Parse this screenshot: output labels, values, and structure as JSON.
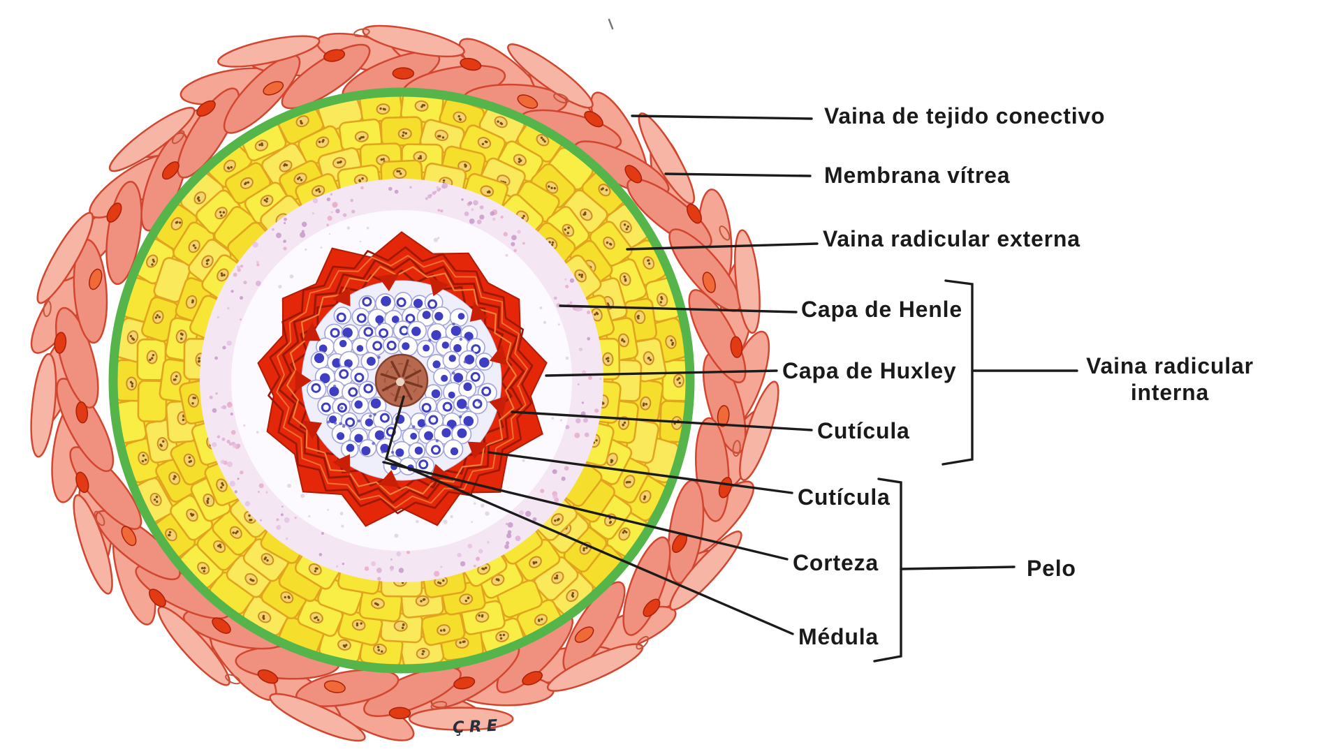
{
  "figure": {
    "signature": "ÇRE",
    "labels": {
      "vaina_tejido": "Vaina de tejido conectivo",
      "membrana_vitrea": "Membrana vítrea",
      "vaina_radicular_externa": "Vaina radicular externa",
      "capa_henle": "Capa de Henle",
      "capa_huxley": "Capa de Huxley",
      "cuticula_interna": "Cutícula",
      "vaina_radicular_interna": "Vaina radicular\ninterna",
      "cuticula_pelo": "Cutícula",
      "corteza": "Corteza",
      "medula": "Médula",
      "pelo": "Pelo"
    },
    "colors": {
      "connective_salmon": "#f0907e",
      "membrane_green": "#55b54b",
      "yellow": "#f8ea33",
      "lavender": "#f5e6f3",
      "red": "#e32708",
      "blue": "#3e3ec2",
      "medulla": "#b7694f",
      "line_black": "#1b1b1b"
    }
  }
}
